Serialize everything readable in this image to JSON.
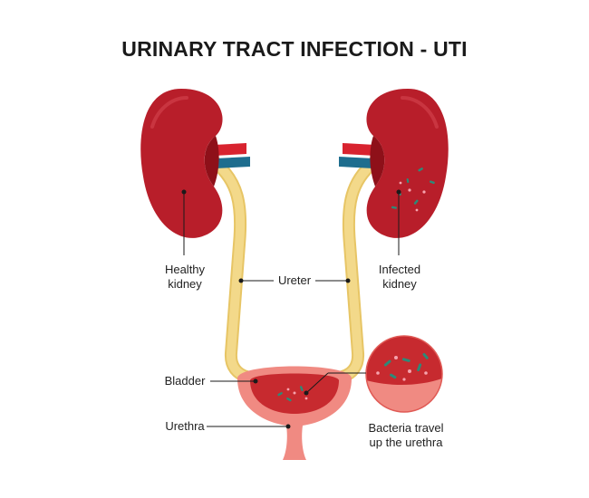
{
  "title": "URINARY TRACT INFECTION - UTI",
  "labels": {
    "healthy_kidney": [
      "Healthy",
      "kidney"
    ],
    "infected_kidney": [
      "Infected",
      "kidney"
    ],
    "ureter": "Ureter",
    "bladder": "Bladder",
    "urethra": "Urethra",
    "bacteria": [
      "Bacteria travel",
      "up the urethra"
    ]
  },
  "colors": {
    "kidney": "#b81e2a",
    "kidney_shadow": "#8e1019",
    "ureter": "#f3d98a",
    "ureter_edge": "#e7c565",
    "artery": "#d8232f",
    "vein": "#1e6d8e",
    "bladder_outer": "#f08a82",
    "bladder_inner": "#c72a2f",
    "bacteria_green": "#2d8a78",
    "bacteria_pink": "#f6a3ad"
  }
}
